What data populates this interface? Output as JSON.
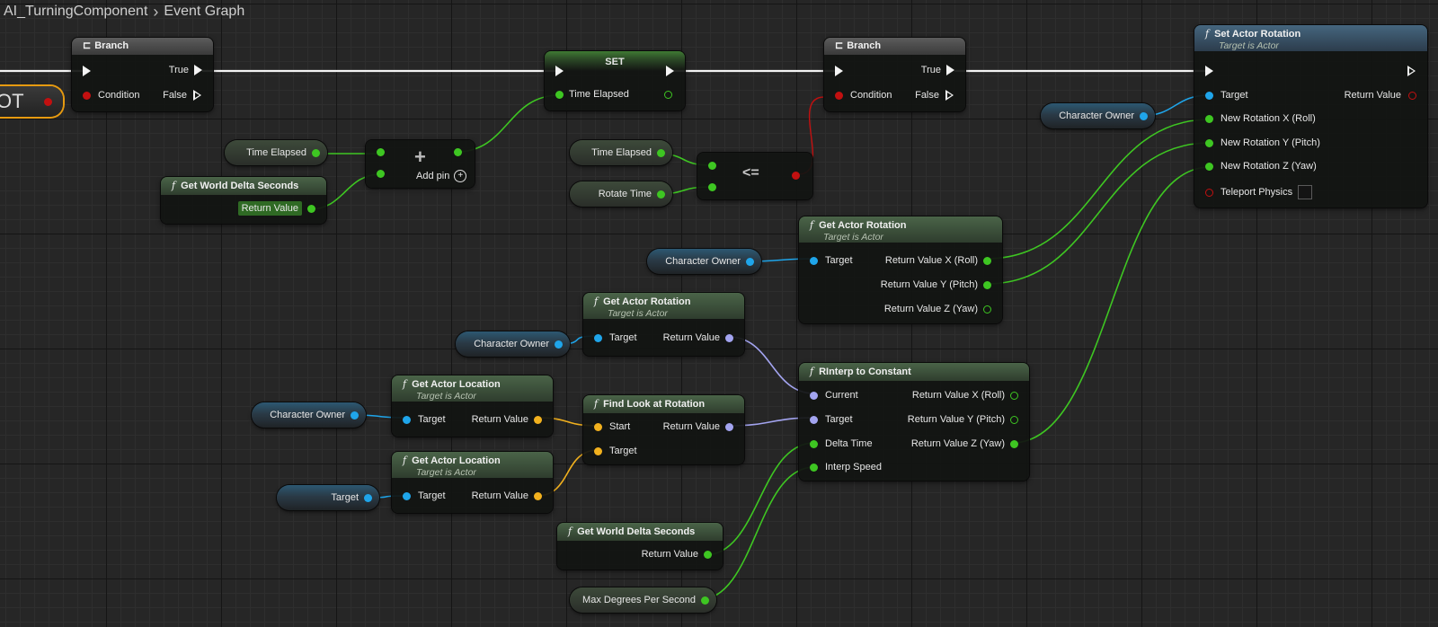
{
  "breadcrumb": {
    "blueprint": "AI_TurningComponent",
    "graph": "Event Graph"
  },
  "partial_node": {
    "label": "OT"
  },
  "branch1": {
    "title": "Branch",
    "condition": "Condition",
    "true_label": "True",
    "false_label": "False"
  },
  "set_node": {
    "title": "SET",
    "pin": "Time Elapsed"
  },
  "branch2": {
    "title": "Branch",
    "condition": "Condition",
    "true_label": "True",
    "false_label": "False"
  },
  "set_actor_rotation": {
    "title": "Set Actor Rotation",
    "subtitle": "Target is Actor",
    "target": "Target",
    "return_value": "Return Value",
    "x": "New Rotation X (Roll)",
    "y": "New Rotation Y (Pitch)",
    "z": "New Rotation Z (Yaw)",
    "teleport": "Teleport Physics"
  },
  "vars": {
    "time_elapsed_1": "Time Elapsed",
    "time_elapsed_2": "Time Elapsed",
    "rotate_time": "Rotate Time",
    "char_owner_1": "Character Owner",
    "char_owner_2": "Character Owner",
    "char_owner_3": "Character Owner",
    "char_owner_4": "Character Owner",
    "target": "Target",
    "max_deg": "Max Degrees Per Second"
  },
  "add_node": {
    "symbol": "+",
    "add_pin": "Add pin"
  },
  "compare_node": {
    "symbol": "<="
  },
  "world_delta_1": {
    "title": "Get World Delta Seconds",
    "return_value": "Return Value"
  },
  "world_delta_2": {
    "title": "Get World Delta Seconds",
    "return_value": "Return Value"
  },
  "get_actor_rotation_big": {
    "title": "Get Actor Rotation",
    "subtitle": "Target is Actor",
    "target": "Target",
    "x": "Return Value X (Roll)",
    "y": "Return Value Y (Pitch)",
    "z": "Return Value Z (Yaw)"
  },
  "get_actor_rotation_small": {
    "title": "Get Actor Rotation",
    "subtitle": "Target is Actor",
    "target": "Target",
    "return_value": "Return Value"
  },
  "get_actor_location_1": {
    "title": "Get Actor Location",
    "subtitle": "Target is Actor",
    "target": "Target",
    "return_value": "Return Value"
  },
  "get_actor_location_2": {
    "title": "Get Actor Location",
    "subtitle": "Target is Actor",
    "target": "Target",
    "return_value": "Return Value"
  },
  "find_look_at": {
    "title": "Find Look at Rotation",
    "start": "Start",
    "target": "Target",
    "return_value": "Return Value"
  },
  "rinterp": {
    "title": "RInterp to Constant",
    "current": "Current",
    "target": "Target",
    "delta_time": "Delta Time",
    "interp_speed": "Interp Speed",
    "x": "Return Value X (Roll)",
    "y": "Return Value Y (Pitch)",
    "z": "Return Value Z (Yaw)"
  },
  "colors": {
    "bool": "#c21010",
    "float": "#3ec622",
    "object": "#1fa5ea",
    "rotator": "#a3a4f0",
    "vector": "#f2b11e",
    "exec": "#f4f4f4"
  }
}
